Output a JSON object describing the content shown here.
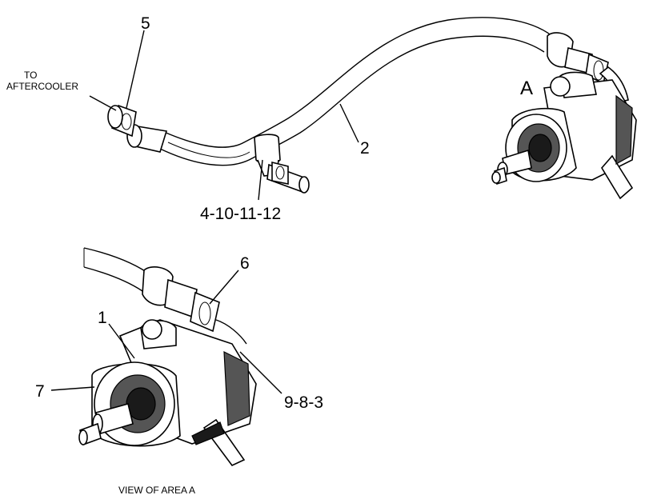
{
  "labels": {
    "to_aftercooler_line1": "TO",
    "to_aftercooler_line2": "AFTERCOOLER",
    "part_5": "5",
    "part_2": "2",
    "part_4_10_11_12": "4-10-11-12",
    "area_a": "A",
    "part_6": "6",
    "part_1": "1",
    "part_7": "7",
    "part_9_8_3": "9-8-3",
    "caption": "VIEW OF AREA  A"
  }
}
